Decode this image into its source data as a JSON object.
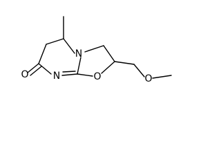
{
  "molecule": {
    "atoms": {
      "ring_nitrogen": "N",
      "imine_nitrogen": "N",
      "ring_oxygen": "O",
      "carbonyl_oxygen": "O",
      "ether_oxygen": "O"
    }
  },
  "colors": {
    "bond": "#000000",
    "text": "#000000",
    "background": "#ffffff"
  }
}
